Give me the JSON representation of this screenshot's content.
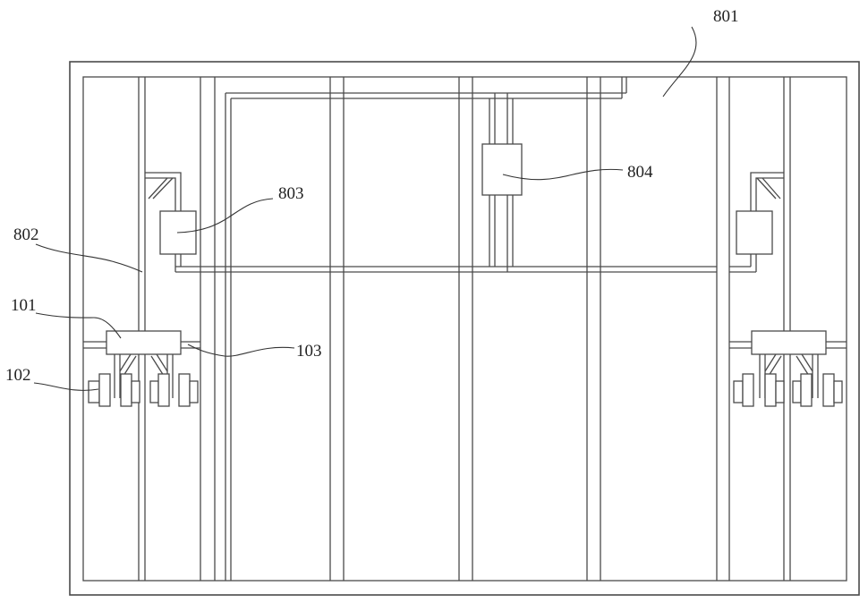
{
  "labels": {
    "l801": "801",
    "l802": "802",
    "l803": "803",
    "l804": "804",
    "l101": "101",
    "l102": "102",
    "l103": "103"
  }
}
